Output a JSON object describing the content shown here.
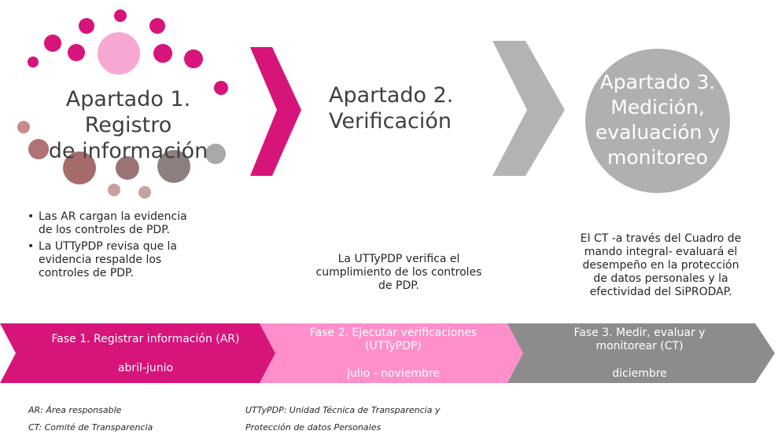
{
  "colors": {
    "magenta": "#d6147a",
    "pink": "#ff8fcb",
    "pink_light": "#f7a8d2",
    "gray": "#8c8c8c",
    "gray_light": "#b3b3b3",
    "brown": "#a56b6b"
  },
  "steps": [
    {
      "title_lines": [
        "Apartado 1. Registro",
        "de información"
      ]
    },
    {
      "title_lines": [
        "Apartado 2.",
        "Verificación"
      ]
    },
    {
      "title_lines": [
        "Apartado 3.",
        "Medición,",
        "evaluación y",
        "monitoreo"
      ]
    }
  ],
  "descriptions": {
    "step1_bullets": [
      [
        "Las AR cargan la evidencia",
        "de los controles de PDP."
      ],
      [
        "La UTTyPDP revisa que la",
        "evidencia respalde los",
        "controles de PDP."
      ]
    ],
    "step2_lines": [
      "La UTTyPDP verifica el",
      "cumplimiento de los controles",
      "de PDP."
    ],
    "step3_lines": [
      "El CT -a través del Cuadro de",
      "mando integral- evaluará el",
      "desempeño en la protección",
      "de datos personales y la",
      "efectividad del SiPRODAP."
    ]
  },
  "phases": [
    {
      "lines": [
        "Fase 1. Registrar información (AR)"
      ],
      "period": "abril-junio"
    },
    {
      "lines": [
        "Fase 2. Ejecutar verificaciones",
        "(UTTyPDP)"
      ],
      "period": "julio - noviembre"
    },
    {
      "lines": [
        "Fase 3. Medir, evaluar y",
        "monitorear (CT)"
      ],
      "period": "diciembre"
    }
  ],
  "footnotes": {
    "left": [
      "AR: Área responsable",
      "CT:  Comité de Transparencia"
    ],
    "right": [
      "UTTyPDP: Unidad Técnica de Transparencia y",
      "Protección de datos Personales"
    ]
  }
}
